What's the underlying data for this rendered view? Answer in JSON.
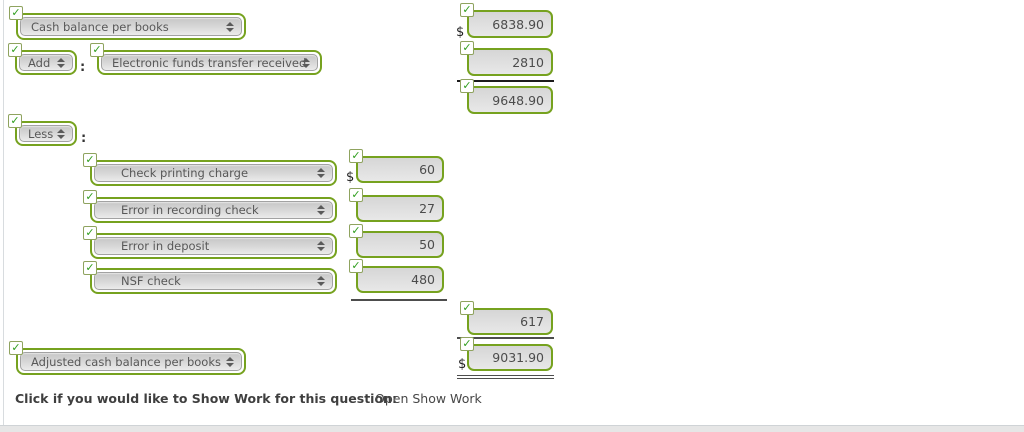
{
  "icons": {
    "check": "✓"
  },
  "currency_symbol": "$",
  "punctuation_colon": ":",
  "reconciliation": {
    "line1": {
      "select_label": "Cash balance per books",
      "amount": "6838.90"
    },
    "line2": {
      "verb_select_label": "Add",
      "select_label": "Electronic funds transfer received",
      "amount": "2810"
    },
    "subtotal": "9648.90",
    "less": {
      "verb_select_label": "Less"
    },
    "deductions": [
      {
        "select_label": "Check printing charge",
        "amount": "60"
      },
      {
        "select_label": "Error in recording check",
        "amount": "27"
      },
      {
        "select_label": "Error in deposit",
        "amount": "50"
      },
      {
        "select_label": "NSF check",
        "amount": "480"
      }
    ],
    "deductions_total": "617",
    "final": {
      "select_label": "Adjusted cash balance per books",
      "amount": "9031.90"
    }
  },
  "footer": {
    "prompt": "Click if you would like to Show Work for this question:",
    "link_label": "Open Show Work"
  },
  "colors": {
    "accent_green": "#76a21f"
  }
}
